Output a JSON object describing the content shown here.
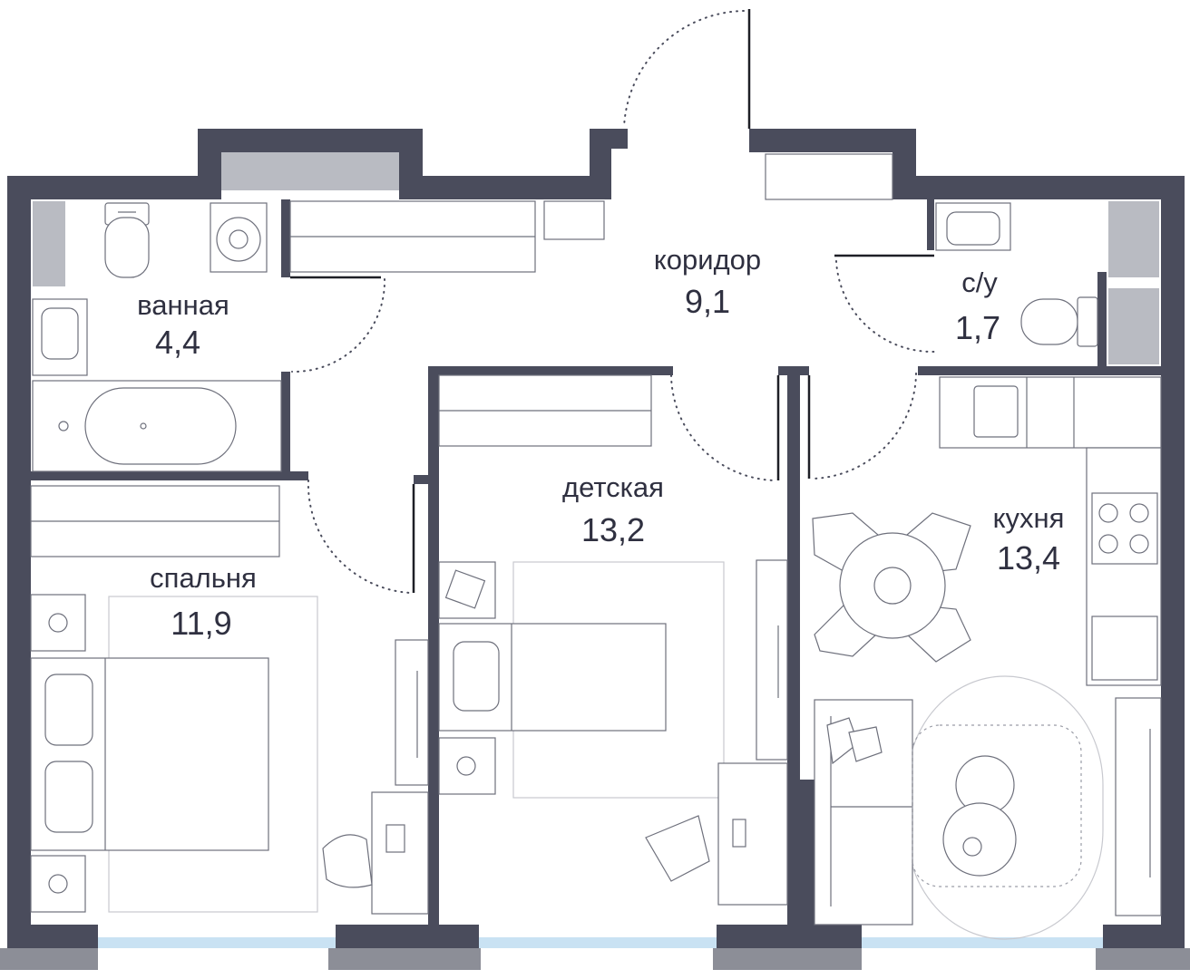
{
  "rooms": [
    {
      "id": "bathroom",
      "name": "ванная",
      "area": "4,4"
    },
    {
      "id": "corridor",
      "name": "коридор",
      "area": "9,1"
    },
    {
      "id": "wc",
      "name": "с/у",
      "area": "1,7"
    },
    {
      "id": "children",
      "name": "детская",
      "area": "13,2"
    },
    {
      "id": "kitchen",
      "name": "кухня",
      "area": "13,4"
    },
    {
      "id": "bedroom",
      "name": "спальня",
      "area": "11,9"
    }
  ],
  "colors": {
    "wall": "#4a4c5c",
    "window_glass": "#c9e2f3",
    "label": "#2f3040"
  }
}
